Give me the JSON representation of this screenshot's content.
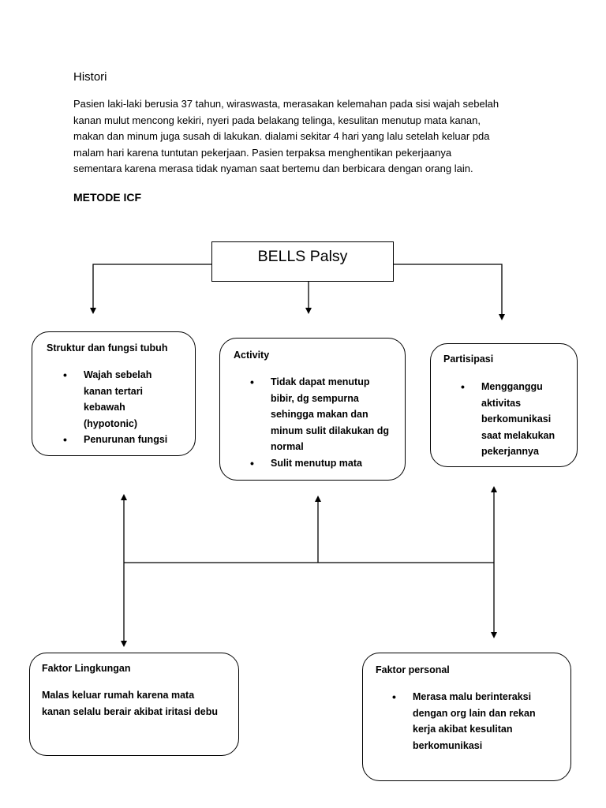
{
  "histori": {
    "title": "Histori",
    "paragraph_lines": [
      "Pasien laki-laki berusia 37 tahun, wiraswasta, merasakan kelemahan pada sisi wajah sebelah",
      "kanan mulut mencong kekiri, nyeri pada belakang telinga, kesulitan menutup mata kanan,",
      "makan dan minum juga susah di lakukan. dialami sekitar 4 hari yang lalu setelah keluar pda",
      "malam hari karena tuntutan pekerjaan. Pasien terpaksa menghentikan pekerjaanya",
      "sementara karena merasa tidak nyaman saat bertemu dan berbicara dengan orang lain."
    ]
  },
  "metode": {
    "title": "METODE ICF"
  },
  "diagram": {
    "main": {
      "label": "BELLS Palsy"
    },
    "struktur": {
      "title": "Struktur dan fungsi tubuh",
      "items": [
        "Wajah sebelah kanan tertari kebawah (hypotonic)",
        "Penurunan fungsi"
      ]
    },
    "activity": {
      "title": "Activity",
      "items": [
        "Tidak dapat menutup bibir, dg sempurna sehingga makan dan minum sulit dilakukan dg normal",
        "Sulit menutup mata"
      ]
    },
    "partisipasi": {
      "title": "Partisipasi",
      "items": [
        "Mengganggu aktivitas berkomunikasi saat melakukan pekerjannya"
      ]
    },
    "lingkungan": {
      "title": "Faktor Lingkungan",
      "text": "Malas keluar rumah karena mata kanan selalu berair akibat iritasi debu"
    },
    "personal": {
      "title": "Faktor personal",
      "items": [
        "Merasa malu berinteraksi dengan org lain dan rekan kerja akibat kesulitan berkomunikasi"
      ]
    }
  }
}
